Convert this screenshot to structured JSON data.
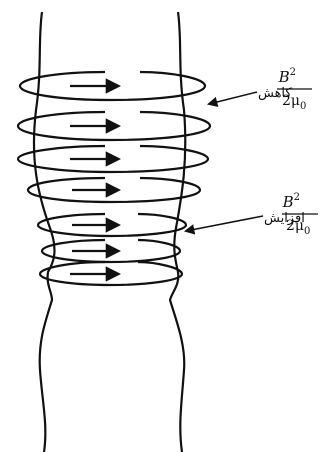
{
  "labels": {
    "upper": {
      "word": "کاهش",
      "numerator_base": "B",
      "numerator_exp": "2",
      "denominator": "2μ",
      "denominator_sub": "0"
    },
    "lower": {
      "word": "افزایش",
      "numerator_base": "B",
      "numerator_exp": "2",
      "denominator": "2μ",
      "denominator_sub": "0"
    }
  },
  "colors": {
    "stroke": "#111111",
    "background": "#ffffff"
  }
}
